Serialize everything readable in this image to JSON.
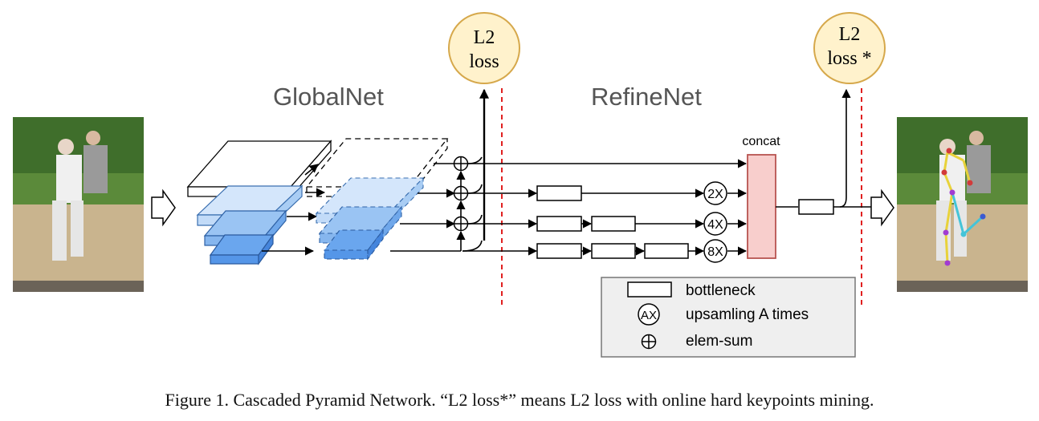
{
  "titles": {
    "globalnet": "GlobalNet",
    "refinenet": "RefineNet"
  },
  "losses": {
    "l2_line1": "L2",
    "l2_line2": "loss",
    "l2star_line1": "L2",
    "l2star_line2": "loss *"
  },
  "labels": {
    "concat": "concat",
    "up2": "2X",
    "up4": "4X",
    "up8": "8X"
  },
  "legend": {
    "bottleneck": "bottleneck",
    "upsample_symbol": "AX",
    "upsample": "upsamling A times",
    "elemsum": "elem-sum"
  },
  "caption": "Figure 1. Cascaded Pyramid Network. “L2 loss*” means L2 loss with online hard keypoints mining.",
  "colors": {
    "loss_fill": "#fff2cc",
    "loss_stroke": "#d6a84b",
    "concat_fill": "#f8cecc",
    "concat_stroke": "#b85450",
    "red_dash": "#e02020",
    "title_gray": "#555555"
  }
}
